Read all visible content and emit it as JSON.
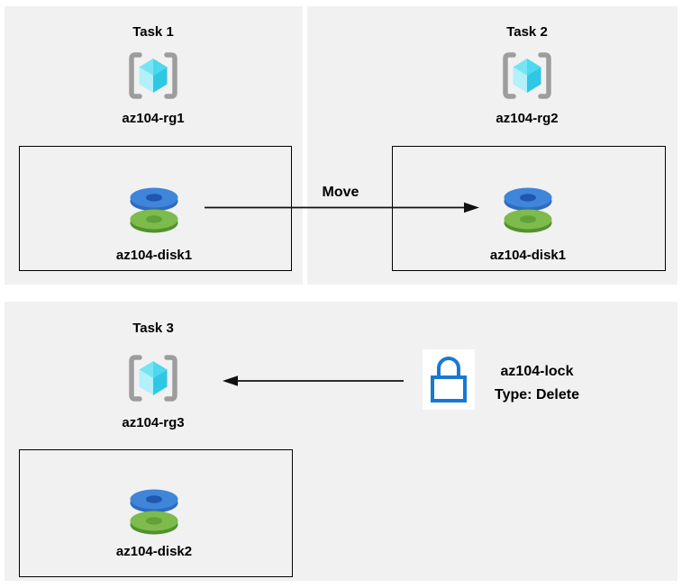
{
  "diagram": {
    "panels": [
      {
        "title": "Task 1",
        "resource_group": "az104-rg1",
        "disk": "az104-disk1"
      },
      {
        "title": "Task 2",
        "resource_group": "az104-rg2",
        "disk": "az104-disk1"
      },
      {
        "title": "Task 3",
        "resource_group": "az104-rg3",
        "disk": "az104-disk2"
      }
    ],
    "move_arrow_label": "Move",
    "lock": {
      "name": "az104-lock",
      "type_line": "Type: Delete"
    },
    "icons": {
      "resource_group": "resource-group-icon",
      "disk": "disk-icon",
      "lock": "lock-icon"
    },
    "colors": {
      "panel_background": "#f1f1f1",
      "page_background": "#ffffff",
      "box_border": "#000000",
      "arrow": "#111111",
      "rg_bracket_gray": "#9d9d9d",
      "rg_cube_top_left": "#76e5f3",
      "rg_cube_top_right": "#4cd8ee",
      "rg_cube_left": "#b4f0f9",
      "rg_cube_right": "#2ec8e5",
      "disk_blue_top": "#3f85da",
      "disk_blue_side": "#2e6bbf",
      "disk_blue_hole": "#2057ae",
      "disk_green_top": "#7cbb4c",
      "disk_green_side": "#52922c",
      "disk_green_hole": "#61a139",
      "lock_blue": "#1878d4",
      "text": "#000000"
    }
  }
}
